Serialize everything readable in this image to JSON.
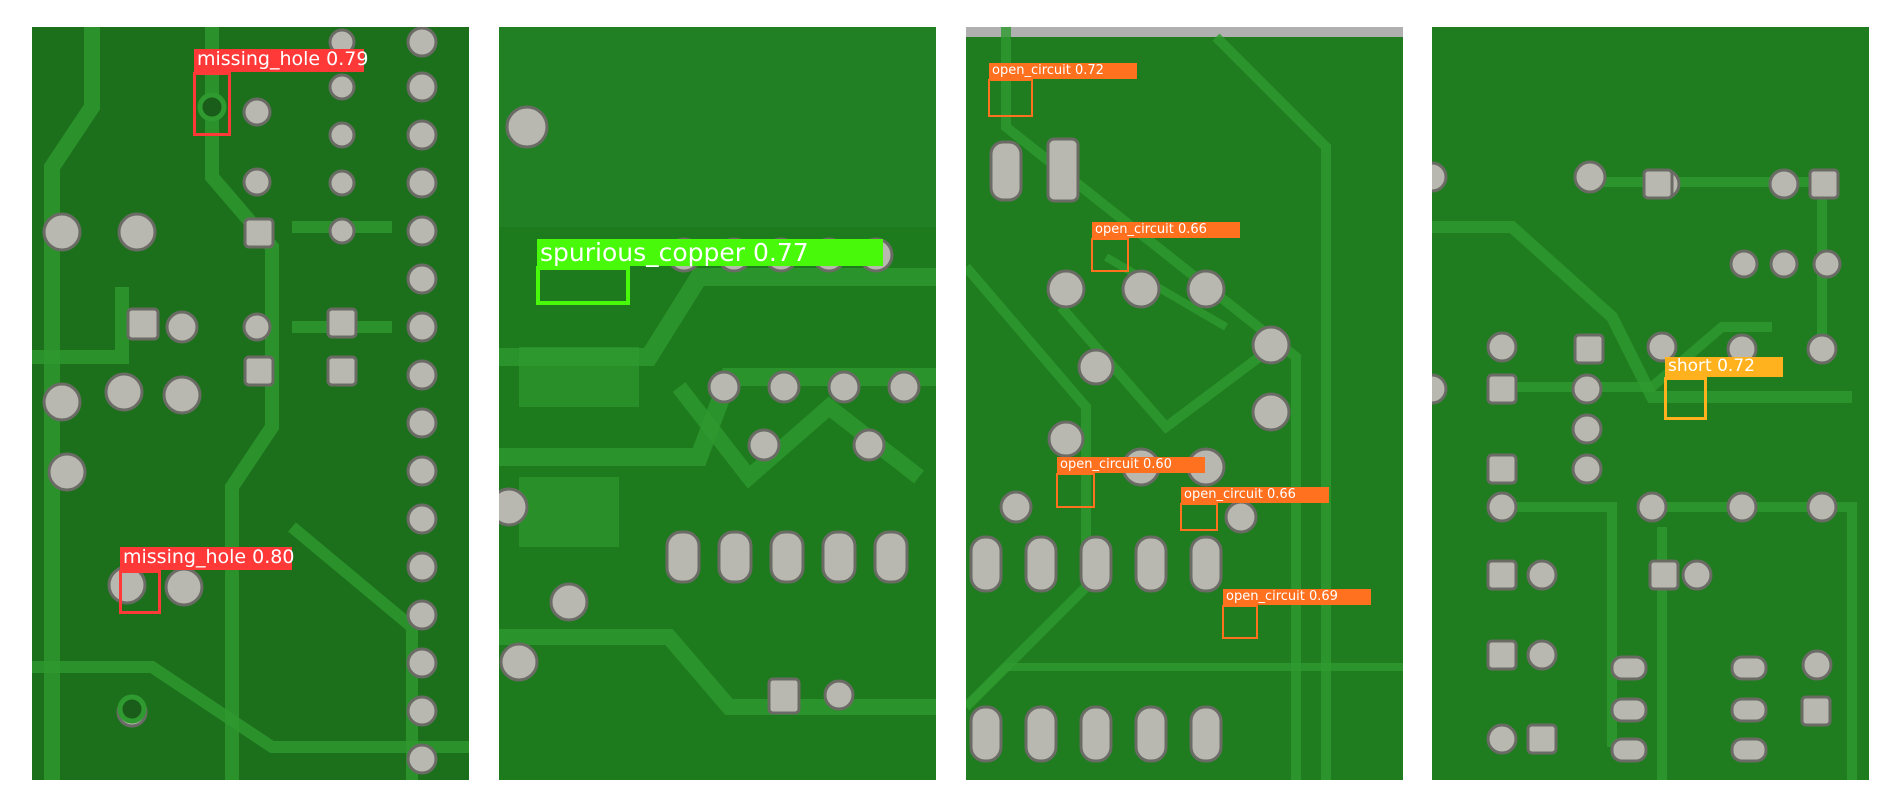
{
  "panels": [
    {
      "id": "panel-1",
      "detections": [
        {
          "label": "missing_hole",
          "score": "0.79",
          "color": "#ff3838"
        },
        {
          "label": "missing_hole",
          "score": "0.80",
          "color": "#ff3838"
        }
      ]
    },
    {
      "id": "panel-2",
      "detections": [
        {
          "label": "spurious_copper",
          "score": "0.77",
          "color": "#48f90a"
        }
      ]
    },
    {
      "id": "panel-3",
      "detections": [
        {
          "label": "open_circuit",
          "score": "0.72",
          "color": "#ff701f"
        },
        {
          "label": "open_circuit",
          "score": "0.66",
          "color": "#ff701f"
        },
        {
          "label": "open_circuit",
          "score": "0.60",
          "color": "#ff701f"
        },
        {
          "label": "open_circuit",
          "score": "0.66",
          "color": "#ff701f"
        },
        {
          "label": "open_circuit",
          "score": "0.69",
          "color": "#ff701f"
        }
      ]
    },
    {
      "id": "panel-4",
      "detections": [
        {
          "label": "short",
          "score": "0.72",
          "color": "#ffb21d"
        }
      ]
    }
  ],
  "colors": {
    "board_green": "#1e7a1e",
    "trace_green": "#2f9a2f",
    "pad_silver": "#b8b8b0"
  }
}
